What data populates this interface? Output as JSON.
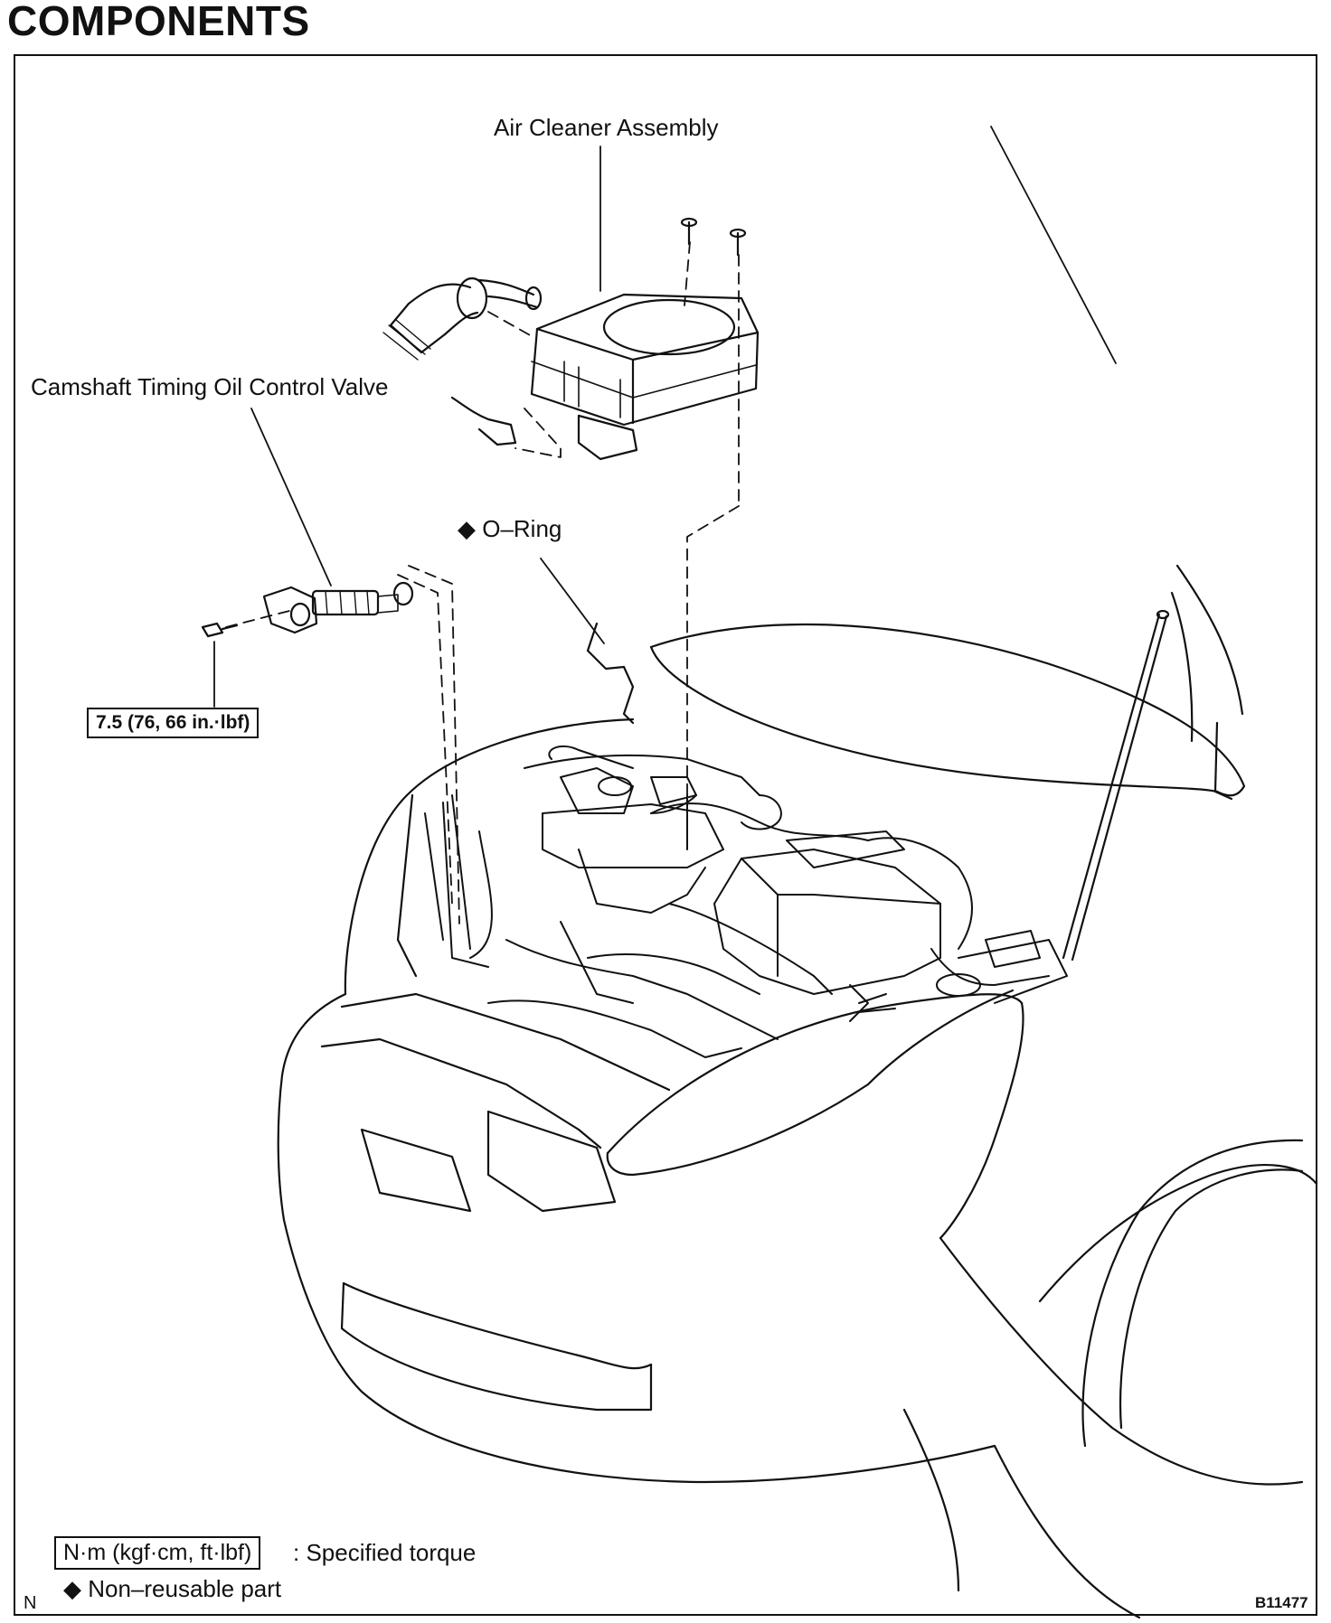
{
  "title": "COMPONENTS",
  "labels": {
    "air_cleaner": "Air Cleaner Assembly",
    "ocv": "Camshaft Timing Oil Control Valve",
    "o_ring": "◆ O–Ring",
    "torque_value": "7.5 (76, 66 in.·lbf)"
  },
  "legend": {
    "torque_unit": "N·m (kgf·cm, ft·lbf)",
    "torque_desc": ": Specified torque",
    "nonreusable": "◆ Non–reusable part"
  },
  "footer": {
    "left_code": "N",
    "figure_id": "B11477"
  }
}
